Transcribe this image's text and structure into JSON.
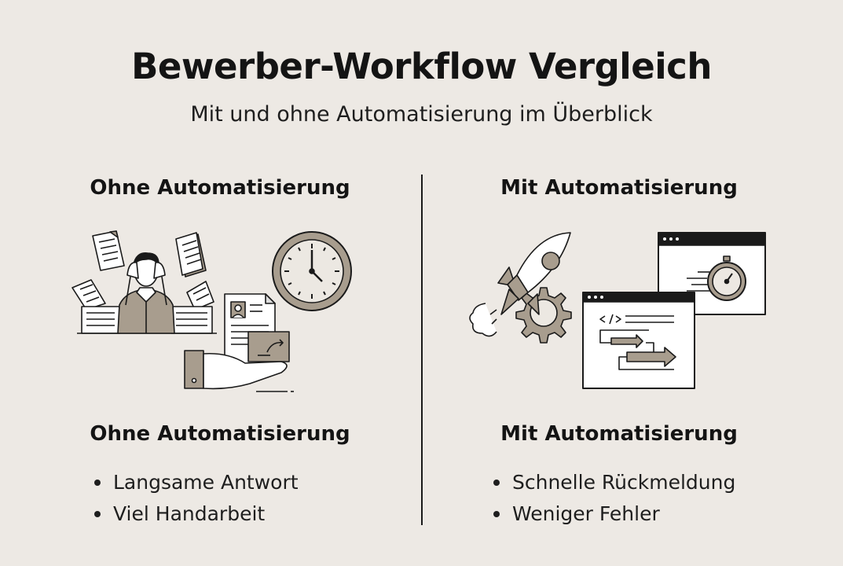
{
  "header": {
    "title": "Bewerber-Workflow Vergleich",
    "subtitle": "Mit und ohne Automatisierung im Überblick"
  },
  "colors": {
    "background": "#ede9e4",
    "text": "#141414",
    "accent": "#a89d8e",
    "divider": "#1a1a1a"
  },
  "left": {
    "heading": "Ohne Automatisierung",
    "illustration_icons": [
      "stressed-person-icon",
      "paper-stack-icon",
      "clock-icon",
      "hand-holding-resume-icon"
    ],
    "summary_heading": "Ohne Automatisierung",
    "points": [
      "Langsame Antwort",
      "Viel Handarbeit"
    ]
  },
  "right": {
    "heading": "Mit Automatisierung",
    "illustration_icons": [
      "rocket-icon",
      "gear-icon",
      "browser-stopwatch-icon",
      "browser-code-workflow-icon"
    ],
    "summary_heading": "Mit Automatisierung",
    "points": [
      "Schnelle Rückmeldung",
      "Weniger Fehler"
    ]
  },
  "clock": {
    "time": "4:00"
  }
}
